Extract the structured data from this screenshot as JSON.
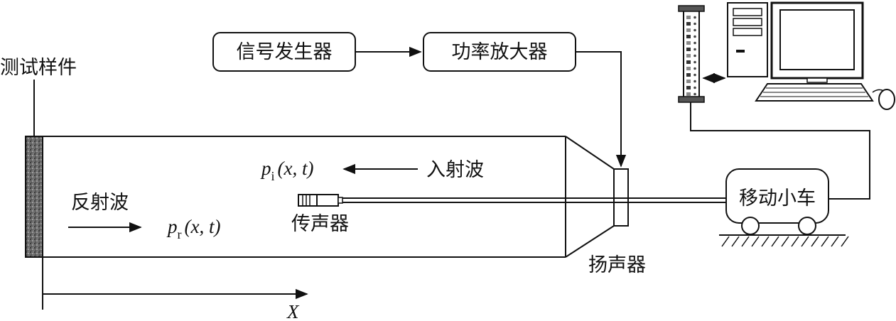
{
  "labels": {
    "test_sample": "测试样件",
    "signal_generator": "信号发生器",
    "power_amplifier": "功率放大器",
    "incident_wave": "入射波",
    "reflected_wave": "反射波",
    "microphone": "传声器",
    "loudspeaker": "扬声器",
    "moving_cart": "移动小车",
    "axis_x": "X"
  },
  "formulas": {
    "incident": {
      "p": "p",
      "sub": "i",
      "args": "(x, t)"
    },
    "reflected": {
      "p": "p",
      "sub": "r",
      "args": "(x, t)"
    }
  },
  "colors": {
    "line": "#111111",
    "background": "#ffffff"
  }
}
